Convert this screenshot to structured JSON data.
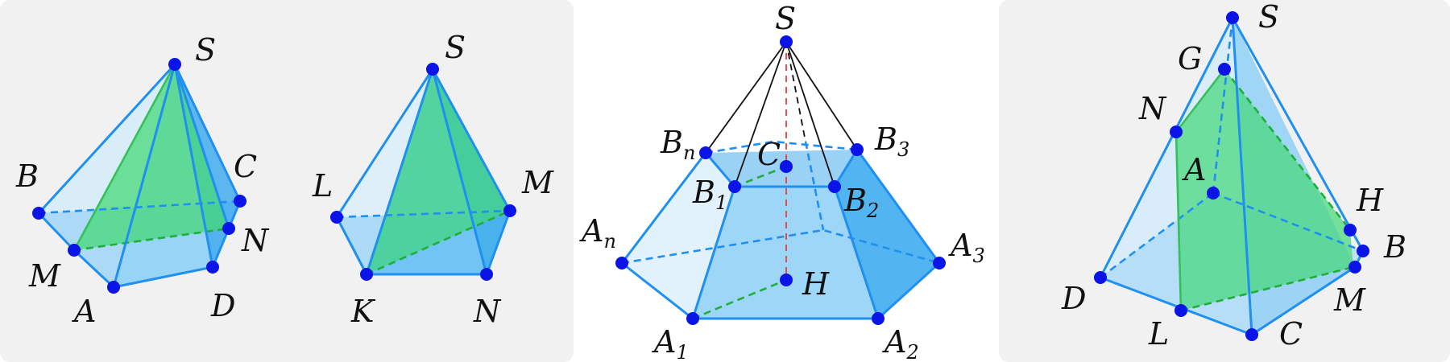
{
  "panel1": {
    "labels": {
      "S": "S",
      "B": "B",
      "C": "C",
      "N": "N",
      "M": "M",
      "A": "A",
      "D": "D"
    }
  },
  "panel2": {
    "labels": {
      "S": "S",
      "L": "L",
      "M": "M",
      "K": "K",
      "N": "N"
    }
  },
  "panel3": {
    "labels": {
      "S": "S",
      "Bn_main": "B",
      "Bn_sub": "n",
      "C": "C",
      "B3_main": "B",
      "B3_sub": "3",
      "B1_main": "B",
      "B1_sub": "1",
      "B2_main": "B",
      "B2_sub": "2",
      "An_main": "A",
      "An_sub": "n",
      "A3_main": "A",
      "A3_sub": "3",
      "H": "H",
      "A1_main": "A",
      "A1_sub": "1",
      "A2_main": "A",
      "A2_sub": "2"
    }
  },
  "panel4": {
    "labels": {
      "S": "S",
      "G": "G",
      "N": "N",
      "A": "A",
      "H": "H",
      "B": "B",
      "D": "D",
      "M": "M",
      "L": "L",
      "C": "C"
    }
  },
  "colors": {
    "edge": "#1f8ff0",
    "point": "#0a14e6",
    "green": "#3cd970",
    "panel_bg": "#f1f1f1"
  }
}
